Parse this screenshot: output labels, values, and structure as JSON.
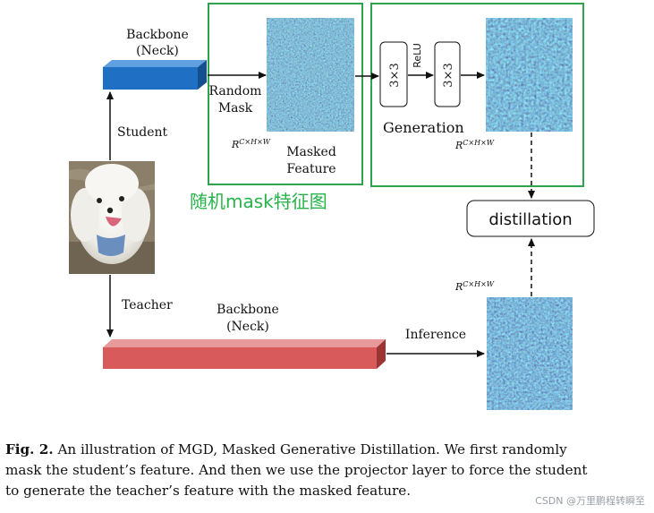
{
  "labels": {
    "student_backbone_line1": "Backbone",
    "student_backbone_line2": "(Neck)",
    "student": "Student",
    "teacher": "Teacher",
    "random_mask_line1": "Random",
    "random_mask_line2": "Mask",
    "r_dims_prefix": "R",
    "r_dims_sup": "C×H×W",
    "masked_feature_line1": "Masked",
    "masked_feature_line2": "Feature",
    "conv1": "3×3",
    "relu": "ReLU",
    "conv2": "3×3",
    "generation": "Generation",
    "distillation": "distillation",
    "teacher_backbone_line1": "Backbone",
    "teacher_backbone_line2": "(Neck)",
    "inference": "Inference",
    "random_mask_chinese": "随机mask特征图"
  },
  "caption": {
    "fig_label": "Fig. 2.",
    "line1": "An illustration of MGD, Masked Generative Distillation. We first randomly",
    "line2": "mask the student’s feature. And then we use the projector layer to force the student",
    "line3": "to generate the teacher’s feature with the masked feature."
  },
  "watermark": "CSDN @万里鹏程转瞬至",
  "colors": {
    "green_box": "#2ea44f",
    "student_block": "#1f6fc5",
    "teacher_block": "#d85a5a",
    "chinese_label": "#27b34a",
    "feature_dark": "#2a0f4a",
    "feature_mid": "#2d6f8f",
    "feature_bright": "#3fc0a0"
  }
}
